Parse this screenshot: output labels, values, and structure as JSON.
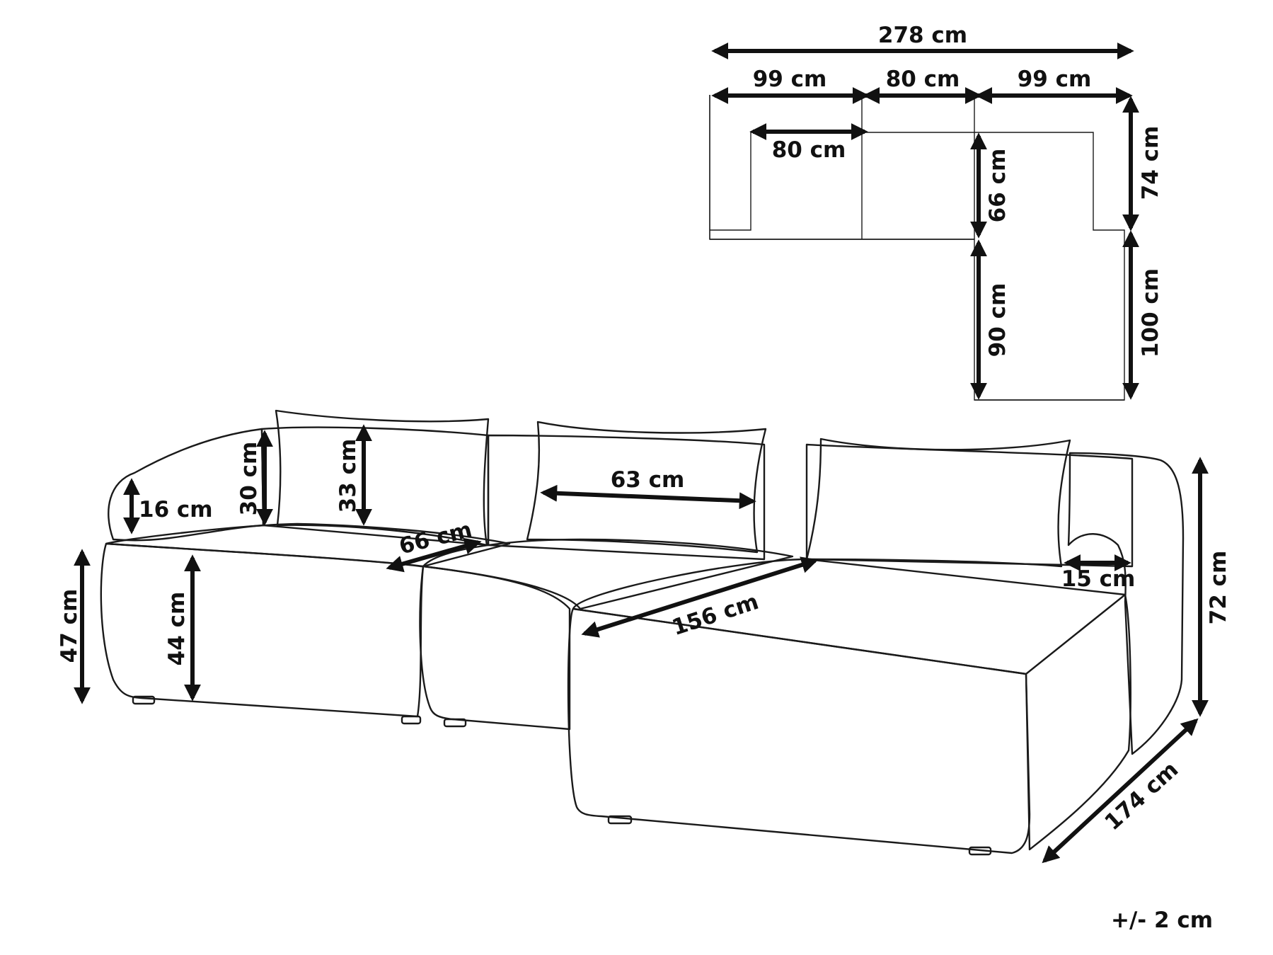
{
  "colors": {
    "line": "#1a1a1a",
    "dimension": "#111111",
    "background": "#ffffff"
  },
  "plan": {
    "total_width": "278 cm",
    "left_seat_width": "99 cm",
    "middle_seat_width": "80 cm",
    "right_seat_width": "99 cm",
    "left_inner_width": "80 cm",
    "back_depth": "74 cm",
    "seat_depth": "66 cm",
    "chaise_inner_length": "90 cm",
    "chaise_outer_length": "100 cm"
  },
  "elevation": {
    "armrest_height": "16 cm",
    "back_cushion_height": "30 cm",
    "pillow_height": "33 cm",
    "pillow_width": "63 cm",
    "seat_depth": "66 cm",
    "overall_seat_height": "47 cm",
    "seat_height": "44 cm",
    "chaise_length": "156 cm",
    "right_arm_width": "15 cm",
    "total_height": "72 cm",
    "chaise_depth": "174 cm"
  },
  "tolerance": "+/- 2 cm"
}
